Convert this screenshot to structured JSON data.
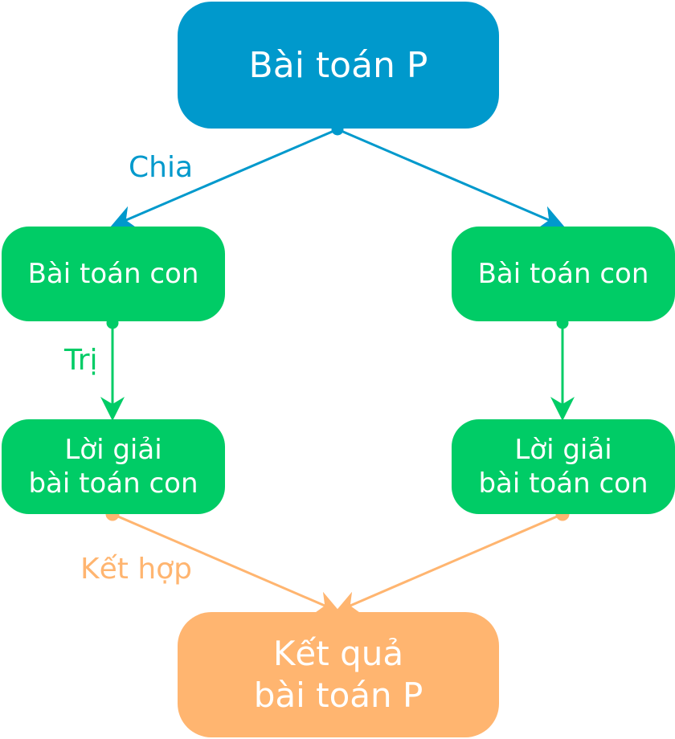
{
  "nodes": {
    "problem": "Bài toán P",
    "sub_left": "Bài toán con",
    "sub_right": "Bài toán con",
    "sol_left": "Lời giải\nbài toán con",
    "sol_right": "Lời giải\nbài toán con",
    "result": "Kết quả\nbài toán P"
  },
  "labels": {
    "divide": "Chia",
    "conquer": "Trị",
    "combine": "Kết hợp"
  },
  "colors": {
    "blue": "#0099CC",
    "green": "#00CC66",
    "orange": "#FFB570"
  }
}
